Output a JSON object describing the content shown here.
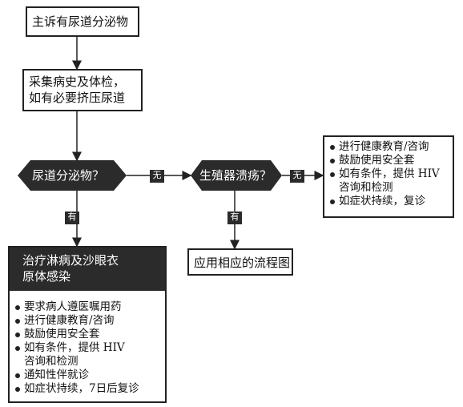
{
  "nodes": {
    "chief_complaint": "主诉有尿道分泌物",
    "history_exam": [
      "采集病史及体检，",
      "如有必要挤压尿道"
    ],
    "decision_discharge": "尿道分泌物？",
    "decision_ulcer": "生殖器溃疡？",
    "apply_flowchart": "应用相应的流程图",
    "treat_header": [
      "治疗淋病及沙眼衣",
      "原体感染"
    ]
  },
  "edge_labels": {
    "no_1": "无",
    "no_2": "无",
    "yes_1": "有",
    "yes_2": "有"
  },
  "treat_items": [
    "要求病人遵医嘱用药",
    "进行健康教育/咨询",
    "鼓励使用安全套",
    "如有条件，提供 HIV",
    "咨询和检测",
    "通知性伴就诊",
    "如症状持续，7日后复诊"
  ],
  "no_ulcer_items": [
    "进行健康教育/咨询",
    "鼓励使用安全套",
    "如有条件，提供 HIV",
    "咨询和检测",
    "如症状持续，复诊"
  ]
}
